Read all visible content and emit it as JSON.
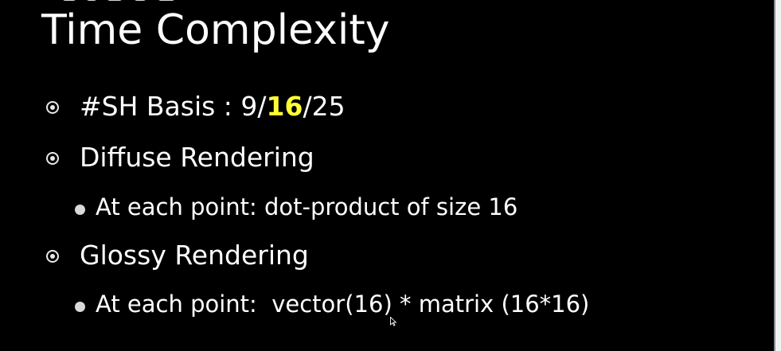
{
  "slide": {
    "title": "Time Complexity",
    "bullets": [
      {
        "parts": [
          "#SH Basis : 9/",
          "16",
          "/25"
        ],
        "highlight_index": 1
      },
      {
        "text": "Diffuse Rendering",
        "sub": [
          "At each point: dot-product of size 16"
        ]
      },
      {
        "text": "Glossy Rendering",
        "sub": [
          "At each point:  vector(16) * matrix (16*16)"
        ]
      }
    ]
  },
  "colors": {
    "background": "#000000",
    "text": "#ffffff",
    "highlight": "#ffff33"
  },
  "icons": {
    "level1_bullet": "ring-bullet-icon",
    "level2_bullet": "dot-bullet-icon",
    "cursor": "mouse-cursor-icon"
  }
}
